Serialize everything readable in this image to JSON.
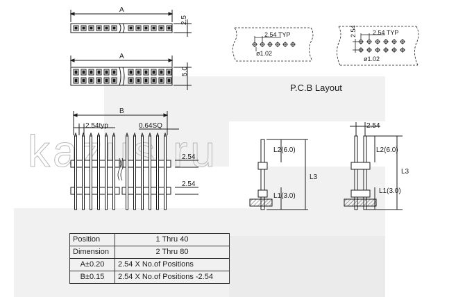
{
  "watermark": "kazus.ru",
  "top_views": {
    "single_row": {
      "dim_length": "A",
      "dim_height": "2.5"
    },
    "double_row": {
      "dim_length": "A",
      "dim_height": "5.0"
    }
  },
  "pcb_layout": {
    "title": "P.C.B Layout",
    "single": {
      "pitch": "2.54 TYP",
      "hole": "ø1.02"
    },
    "double": {
      "pitch": "2.54 TYP",
      "hole": "ø1.02",
      "row_pitch": "2.54"
    }
  },
  "front_view": {
    "dim_b": "B",
    "pitch": "2.54typ",
    "pin_size": "0.64SQ",
    "row_spacing_top": "2.54",
    "row_spacing_bottom": "2.54"
  },
  "side_view_single": {
    "l2": "L2(6.0)",
    "l3": "L3",
    "l1": "L1(3.0)"
  },
  "side_view_double": {
    "pitch": "2.54",
    "l2": "L2(6.0)",
    "l3": "L3",
    "l1": "L1(3.0)"
  },
  "table": {
    "rows": [
      {
        "label": "Position",
        "value": "1 Thru  40"
      },
      {
        "label": "Dimension",
        "value": "2  Thru  80"
      },
      {
        "label": "A±0.20",
        "value": "2.54 X No.of Positions"
      },
      {
        "label": "B±0.15",
        "value": "2.54 X No.of Positions -2.54"
      }
    ]
  },
  "colors": {
    "line": "#1a1a1a",
    "watermark": "#c8c8c8",
    "hatch": "#555555"
  }
}
